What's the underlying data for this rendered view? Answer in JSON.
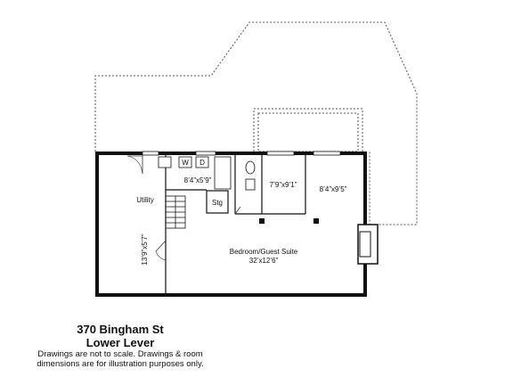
{
  "rooms": {
    "laundry": "8’4”x5’9”",
    "utility": "Utility",
    "storage": "Stg",
    "bath": "7’9”x9’1”",
    "closet": "8’4”x9’5”",
    "hall": "13’9”x5’7”",
    "bedroom_name": "Bedroom/Guest Suite",
    "bedroom_size": "32’x12’6”"
  },
  "appliances": {
    "washer": "W",
    "dryer": "D"
  },
  "caption": {
    "address": "370 Bingham St",
    "level": "Lower Lever",
    "disclaimer_line1": "Drawings are not to scale. Drawings & room",
    "disclaimer_line2": "dimensions are for illustration purposes only."
  }
}
